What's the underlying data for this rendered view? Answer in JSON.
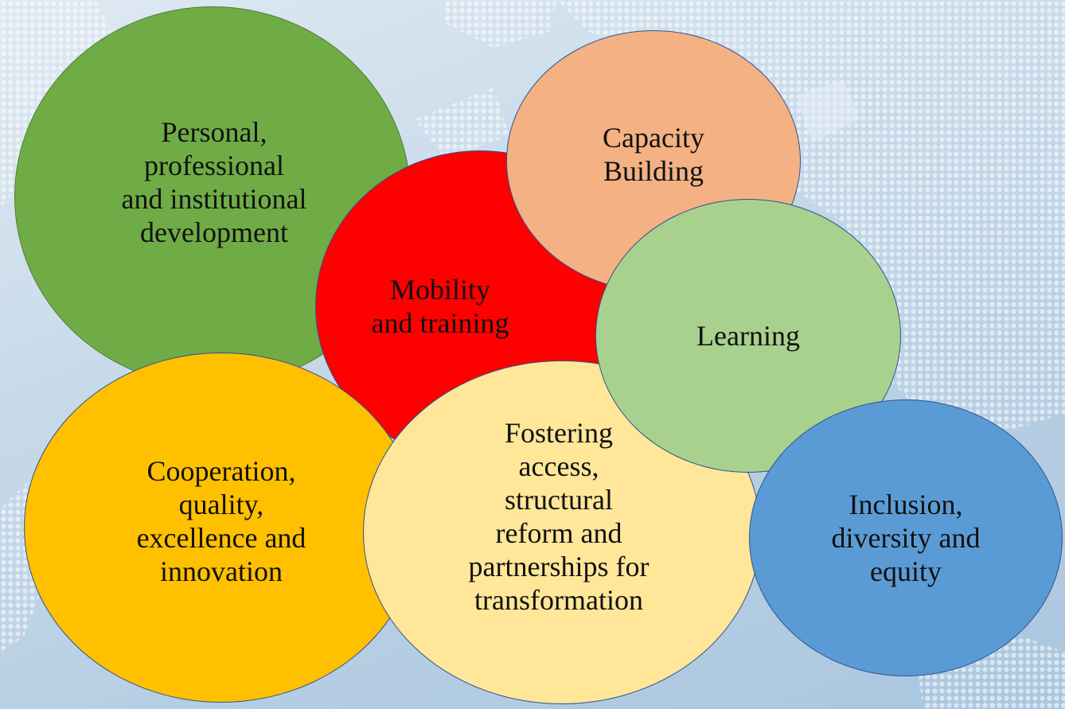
{
  "diagram": {
    "circles": [
      {
        "id": "personal",
        "label": "Personal,\nprofessional\nand institutional\ndevelopment",
        "color": "#6fac46"
      },
      {
        "id": "mobility",
        "label": "Mobility\nand training",
        "color": "#ff0000"
      },
      {
        "id": "capacity",
        "label": "Capacity\nBuilding",
        "color": "#f4b183"
      },
      {
        "id": "cooperation",
        "label": "Cooperation,\nquality,\nexcellence and\ninnovation",
        "color": "#ffc000"
      },
      {
        "id": "fostering",
        "label": "Fostering\naccess,\nstructural\nreform and\npartnerships for\ntransformation",
        "color": "#ffe699"
      },
      {
        "id": "learning",
        "label": "Learning",
        "color": "#a9d18e"
      },
      {
        "id": "inclusion",
        "label": "Inclusion,\ndiversity and\nequity",
        "color": "#5b9bd5"
      }
    ]
  }
}
